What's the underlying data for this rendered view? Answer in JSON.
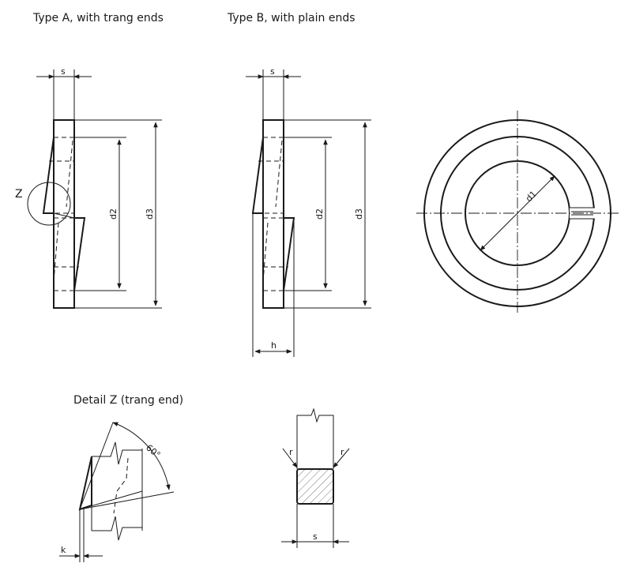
{
  "titles": {
    "type_a": "Type A,  with trang ends",
    "type_b": "Type B,  with plain ends",
    "detail_z": "Detail Z (trang end)"
  },
  "labels": {
    "s": "s",
    "d1": "d1",
    "d2": "d2",
    "d3": "d3",
    "h": "h",
    "z": "Z",
    "k": "k",
    "r": "r",
    "angle": "60°"
  },
  "colors": {
    "line": "#1a1a1a",
    "hatch": "#555555"
  }
}
